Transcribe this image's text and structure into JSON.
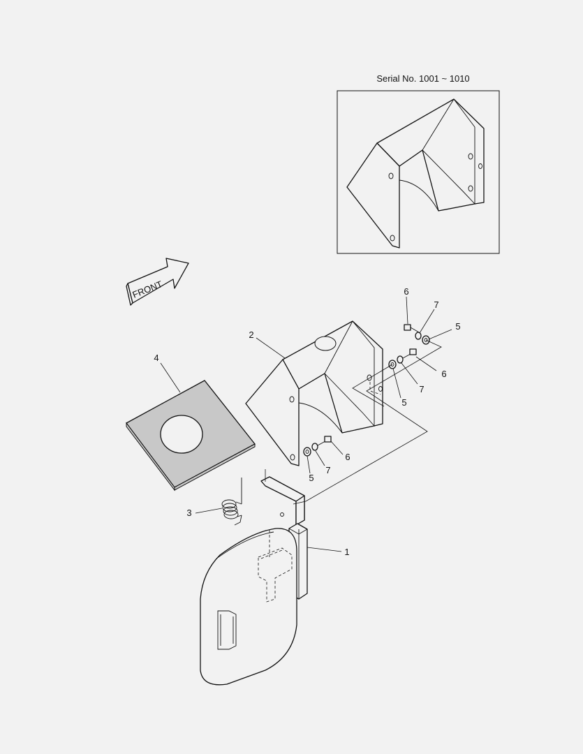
{
  "serial_note": "Serial No. 1001 ~ 1010",
  "front_label": "FRONT",
  "callouts": {
    "c1": "1",
    "c2": "2",
    "c3": "3",
    "c4": "4",
    "c5a": "5",
    "c5b": "5",
    "c5c": "5",
    "c6a": "6",
    "c6b": "6",
    "c6c": "6",
    "c7a": "7",
    "c7b": "7",
    "c7c": "7"
  },
  "colors": {
    "background": "#f2f2f2",
    "line": "#111111",
    "gasket": "#c8c8c8"
  }
}
